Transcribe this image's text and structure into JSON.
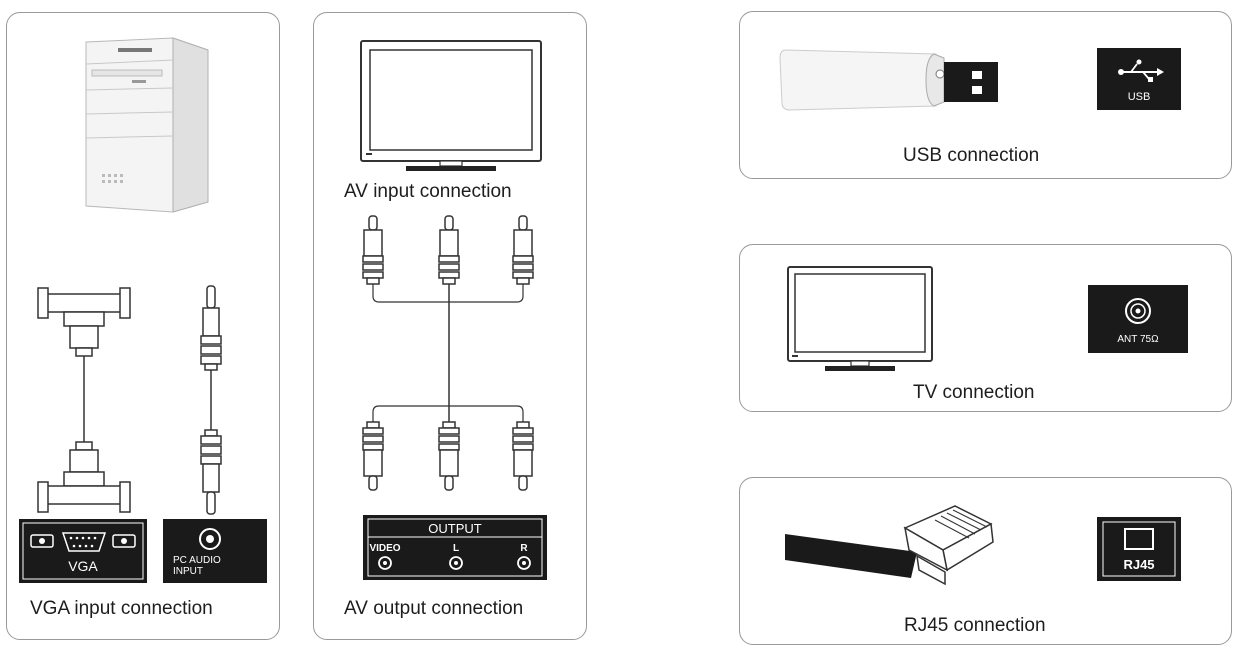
{
  "panels": {
    "vga": {
      "caption": "VGA input connection",
      "vga_port_label": "VGA",
      "audio_port_label_1": "PC AUDIO",
      "audio_port_label_2": "INPUT"
    },
    "av": {
      "input_caption": "AV input connection",
      "output_caption": "AV output connection",
      "output_title": "OUTPUT",
      "jack_video": "VIDEO",
      "jack_l": "L",
      "jack_r": "R"
    },
    "usb": {
      "caption": "USB connection",
      "port_label": "USB"
    },
    "tv": {
      "caption": "TV connection",
      "port_label": "ANT 75Ω"
    },
    "rj45": {
      "caption": "RJ45 connection",
      "port_label": "RJ45"
    }
  },
  "colors": {
    "panel_border": "#9a9a9a",
    "port_fill": "#1a1a1a",
    "line": "#333333"
  },
  "icons": [
    "pc-tower-icon",
    "vga-connector-icon",
    "audio-plug-icon",
    "monitor-icon",
    "rca-plug-icon",
    "usb-stick-icon",
    "usb-symbol-icon",
    "tv-icon",
    "antenna-jack-icon",
    "ethernet-cable-icon",
    "rj45-socket-icon"
  ]
}
